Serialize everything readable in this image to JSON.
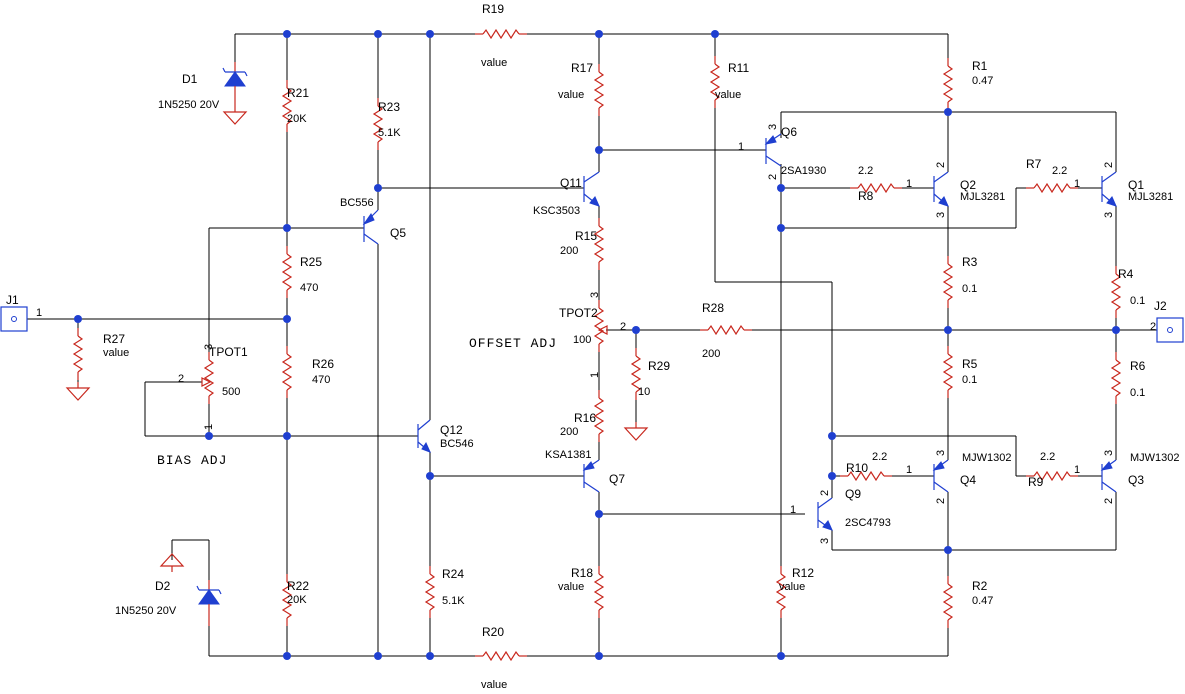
{
  "notes": {
    "bias_adj": "BIAS ADJ",
    "offset_adj": "OFFSET ADJ"
  },
  "connectors": [
    {
      "ref": "J1",
      "pin": "1"
    },
    {
      "ref": "J2",
      "pin": "2"
    }
  ],
  "diodes": [
    {
      "ref": "D1",
      "value": "1N5250 20V"
    },
    {
      "ref": "D2",
      "value": "1N5250 20V"
    }
  ],
  "resistors": [
    {
      "ref": "R19",
      "value": "value"
    },
    {
      "ref": "R20",
      "value": "value"
    },
    {
      "ref": "R21",
      "value": "20K"
    },
    {
      "ref": "R22",
      "value": "20K"
    },
    {
      "ref": "R23",
      "value": "5.1K"
    },
    {
      "ref": "R24",
      "value": "5.1K"
    },
    {
      "ref": "R25",
      "value": "470"
    },
    {
      "ref": "R26",
      "value": "470"
    },
    {
      "ref": "R27",
      "value": "value"
    },
    {
      "ref": "R17",
      "value": "value"
    },
    {
      "ref": "R18",
      "value": "value"
    },
    {
      "ref": "R15",
      "value": "200"
    },
    {
      "ref": "R16",
      "value": "200"
    },
    {
      "ref": "R28",
      "value": "200"
    },
    {
      "ref": "R29",
      "value": "10"
    },
    {
      "ref": "R11",
      "value": "value"
    },
    {
      "ref": "R12",
      "value": "value"
    },
    {
      "ref": "R1",
      "value": "0.47"
    },
    {
      "ref": "R2",
      "value": "0.47"
    },
    {
      "ref": "R3",
      "value": "0.1"
    },
    {
      "ref": "R4",
      "value": "0.1"
    },
    {
      "ref": "R5",
      "value": "0.1"
    },
    {
      "ref": "R6",
      "value": "0.1"
    },
    {
      "ref": "R7",
      "value": "2.2"
    },
    {
      "ref": "R8",
      "value": "2.2"
    },
    {
      "ref": "R9",
      "value": "2.2"
    },
    {
      "ref": "R10",
      "value": "2.2"
    }
  ],
  "pots": [
    {
      "ref": "TPOT1",
      "value": "500"
    },
    {
      "ref": "TPOT2",
      "value": "100"
    }
  ],
  "transistors": [
    {
      "ref": "Q1",
      "part": "MJL3281"
    },
    {
      "ref": "Q2",
      "part": "MJL3281"
    },
    {
      "ref": "Q3",
      "part": "MJW1302"
    },
    {
      "ref": "Q4",
      "part": "MJW1302"
    },
    {
      "ref": "Q5",
      "part": "BC556"
    },
    {
      "ref": "Q6",
      "part": "2SA1930"
    },
    {
      "ref": "Q7",
      "part": "KSA1381"
    },
    {
      "ref": "Q9",
      "part": "2SC4793"
    },
    {
      "ref": "Q11",
      "part": "KSC3503"
    },
    {
      "ref": "Q12",
      "part": "BC546"
    }
  ],
  "pin_numbers": [
    "1",
    "2",
    "3"
  ]
}
